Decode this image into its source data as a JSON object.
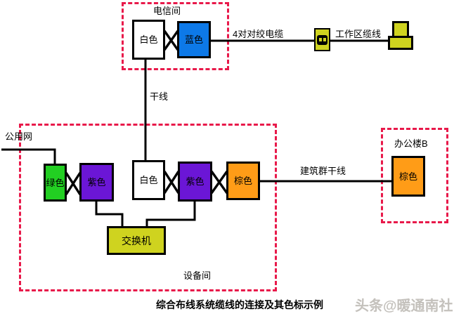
{
  "diagram": {
    "caption": "综合布线系统缆线的连接及其色标示例",
    "watermark": "头条@暖通南社",
    "rooms": {
      "telecom": "电信间",
      "equipment": "设备间",
      "office_b": "办公楼B"
    },
    "cables": {
      "trunk": "干线",
      "four_pair_twisted": "4对对绞电缆",
      "work_area": "工作区缆线",
      "public_network": "公用网",
      "campus_trunk": "建筑群干线"
    },
    "blocks": {
      "white_top": "白色",
      "blue": "蓝色",
      "green": "绿色",
      "purple_left": "紫色",
      "white_mid": "白色",
      "purple_right": "紫色",
      "brown_mid": "棕色",
      "brown_office": "棕色",
      "switch": "交换机"
    },
    "icons": {
      "outlet": "wall-outlet-icon",
      "terminal": "work-area-terminal-icon"
    },
    "colors": {
      "dashed_red": "#e8194a",
      "blue": "#0d79e8",
      "green": "#22cf22",
      "purple": "#6b16d6",
      "orange": "#ff9c17",
      "yellow": "#cfd31f",
      "line": "#000000",
      "watermark_gray": "#c4c1bc"
    }
  }
}
